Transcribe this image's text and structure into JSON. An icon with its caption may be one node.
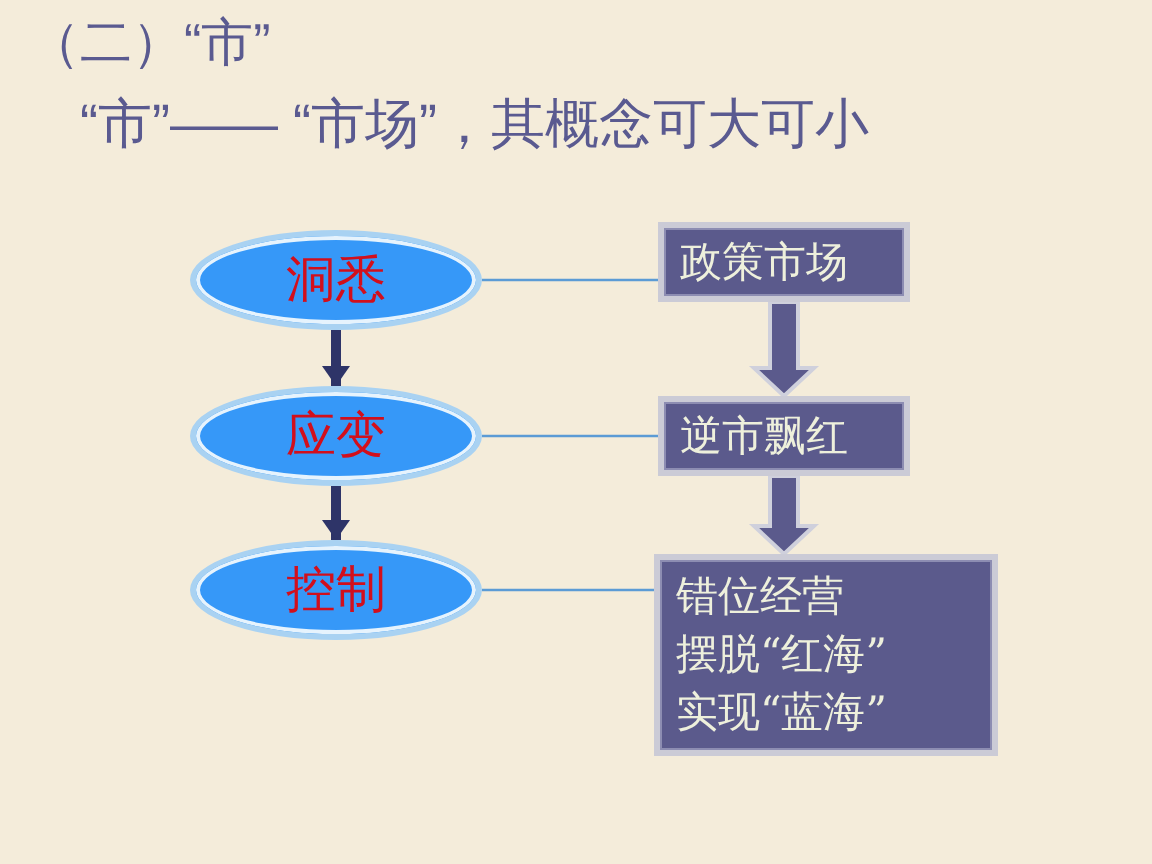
{
  "diagram": {
    "title": "（二）“市”",
    "nodes": [
      {
        "text": [
          "洞悉"
        ]
      },
      {
        "text": [
          "应变"
        ]
      },
      {
        "text": [
          "控制"
        ]
      },
      {
        "text": [
          "政策市场"
        ]
      },
      {
        "text": [
          "逆市飘红"
        ]
      },
      {
        "text": [
          "错位经营",
          "摆脱“红海”",
          "实现“蓝海”"
        ]
      }
    ],
    "edges": [
      {
        "from": 0,
        "to": 1,
        "arrow": "to",
        "style": "thick",
        "color": "#2e3468"
      },
      {
        "from": 1,
        "to": 2,
        "arrow": "to",
        "style": "thick",
        "color": "#2e3468"
      },
      {
        "from": 0,
        "to": 3,
        "arrow": "none"
      },
      {
        "from": 1,
        "to": 4,
        "arrow": "none"
      },
      {
        "from": 2,
        "to": 5,
        "arrow": "none"
      },
      {
        "from": 3,
        "to": 4,
        "arrow": "to",
        "style": "thick",
        "color": "#5b5a8c"
      },
      {
        "from": 4,
        "to": 5,
        "arrow": "to",
        "style": "thick",
        "color": "#5b5a8c"
      }
    ],
    "labels": [
      "“市”—— “市场”，其概念可大可小"
    ]
  }
}
